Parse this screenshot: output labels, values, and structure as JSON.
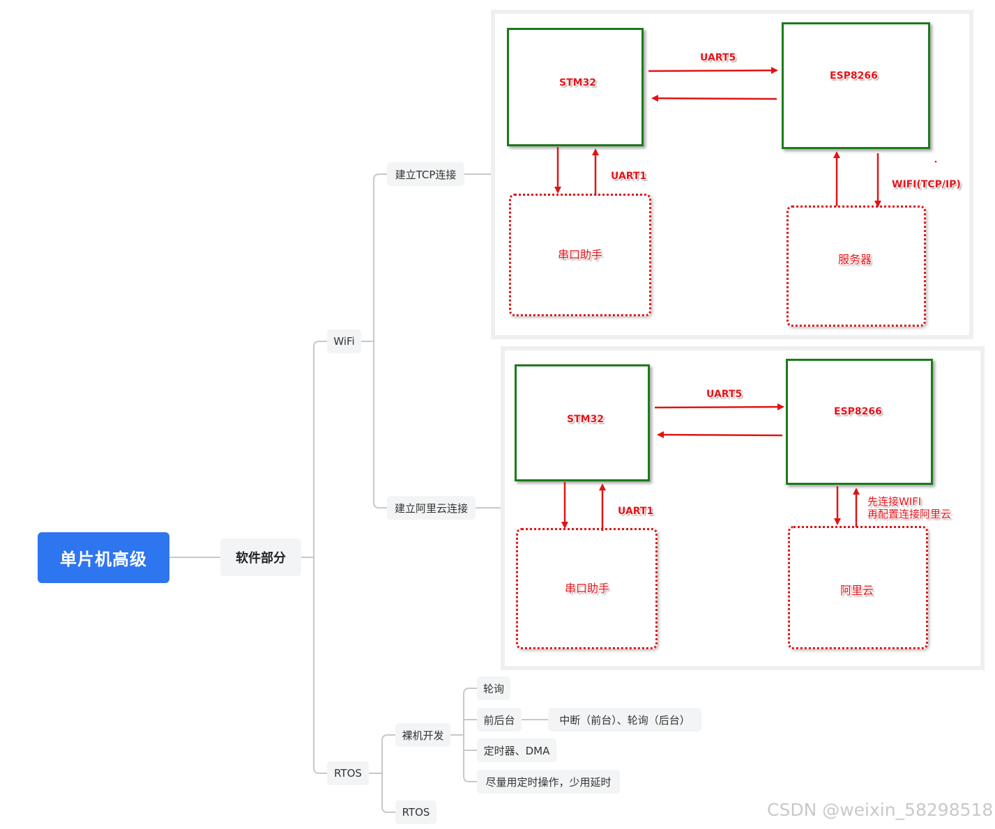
{
  "mindmap": {
    "root": "单片机高级",
    "level1": "软件部分",
    "wifi": {
      "label": "WiFi",
      "children": [
        "建立TCP连接",
        "建立阿里云连接"
      ]
    },
    "rtos": {
      "label": "RTOS",
      "baremetal": {
        "label": "裸机开发",
        "children": [
          "轮询",
          "前后台",
          "定时器、DMA",
          "尽量用定时操作，少用延时"
        ],
        "foreground_background_detail": "中断（前台）、轮询（后台）"
      },
      "rtos_child": "RTOS"
    }
  },
  "tcp_diagram": {
    "stm32": "STM32",
    "esp8266": "ESP8266",
    "serial_helper": "串口助手",
    "server": "服务器",
    "uart5": "UART5",
    "uart1": "UART1",
    "wifi_link": "WIFI(TCP/IP)"
  },
  "aliyun_diagram": {
    "stm32": "STM32",
    "esp8266": "ESP8266",
    "serial_helper": "串口助手",
    "cloud": "阿里云",
    "uart5": "UART5",
    "uart1": "UART1",
    "note_line1": "先连接WIFI",
    "note_line2": "再配置连接阿里云"
  },
  "watermark": "CSDN @weixin_58298518",
  "colors": {
    "root_bg": "#2e75f0",
    "node_bg": "#f3f4f5",
    "box_green": "#1c7a1c",
    "arrow_red": "#e01414"
  }
}
